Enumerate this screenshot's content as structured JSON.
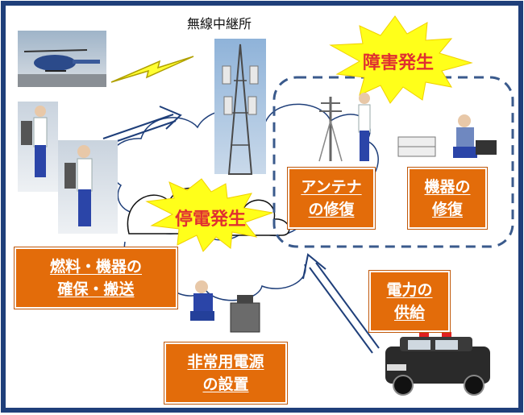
{
  "relay_station_label": "無線中継所",
  "burst_fault": "障害発生",
  "burst_outage": "停電発生",
  "tasks": {
    "antenna_repair": [
      "アンテナ",
      "の修復"
    ],
    "equipment_repair": [
      "機器の",
      "修復"
    ],
    "fuel_transport": [
      "燃料・機器の",
      "確保・搬送"
    ],
    "power_supply": [
      "電力の",
      "供給"
    ],
    "emergency_power": [
      "非常用電源",
      "の設置"
    ]
  },
  "colors": {
    "frame": "#1f3f7a",
    "task_box": "#e36c0a",
    "burst_fill": "#ffff1a",
    "burst_text": "#e03030",
    "dashed_region": "#3a5a8c"
  }
}
